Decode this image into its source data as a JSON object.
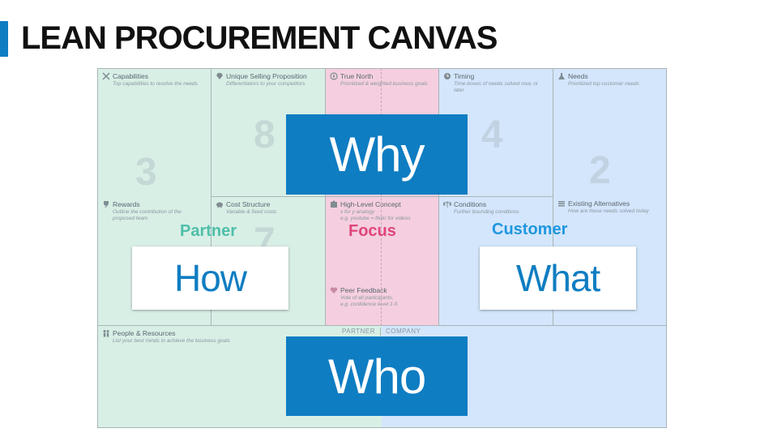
{
  "title": "LEAN PROCUREMENT CANVAS",
  "colors": {
    "accent": "#0f7dc2",
    "partner": "#4fbfa9",
    "focus": "#e0457b",
    "customer": "#1f97df"
  },
  "cells": {
    "capabilities": {
      "title": "Capabilities",
      "sub": "Top capabilities to resolve the needs",
      "icon": "tools-icon"
    },
    "rewards": {
      "title": "Rewards",
      "sub": "Outline the contribution of the proposed team",
      "icon": "trophy-icon"
    },
    "usp": {
      "title": "Unique Selling Proposition",
      "sub": "Differentiators to your competitors",
      "icon": "diamond-icon"
    },
    "cost": {
      "title": "Cost Structure",
      "sub": "Variable & fixed costs",
      "icon": "piggy-bank-icon"
    },
    "true_north": {
      "title": "True North",
      "sub": "Prioritized & weighted business goals",
      "icon": "compass-icon"
    },
    "concept": {
      "title": "High-Level Concept",
      "sub": "x for y analogy\ne.g. youtube = flickr for videos",
      "icon": "puzzle-icon"
    },
    "peer": {
      "title": "Peer Feedback",
      "sub": "Vote of all participants,\ne.g. confidence level 1-5",
      "icon": "heart-icon"
    },
    "timing": {
      "title": "Timing",
      "sub": "Time-boxes of needs solved now, or later",
      "icon": "clock-icon"
    },
    "conditions": {
      "title": "Conditions",
      "sub": "Further bounding conditions",
      "icon": "scales-icon"
    },
    "needs": {
      "title": "Needs",
      "sub": "Prioritized top customer needs",
      "icon": "flask-icon"
    },
    "alternatives": {
      "title": "Existing Alternatives",
      "sub": "How are these needs solved today",
      "icon": "list-icon"
    },
    "people": {
      "title": "People & Resources",
      "sub": "List your best minds to achieve the business goals",
      "icon": "people-icon"
    }
  },
  "numbers": {
    "n3": "3",
    "n8": "8",
    "n7": "7",
    "n4": "4",
    "n2": "2"
  },
  "labels": {
    "partner": "Partner",
    "focus": "Focus",
    "customer": "Customer",
    "partner_small": "PARTNER",
    "company_small": "COMPANY"
  },
  "boxes": {
    "why": "Why",
    "how": "How",
    "what": "What",
    "who": "Who"
  }
}
